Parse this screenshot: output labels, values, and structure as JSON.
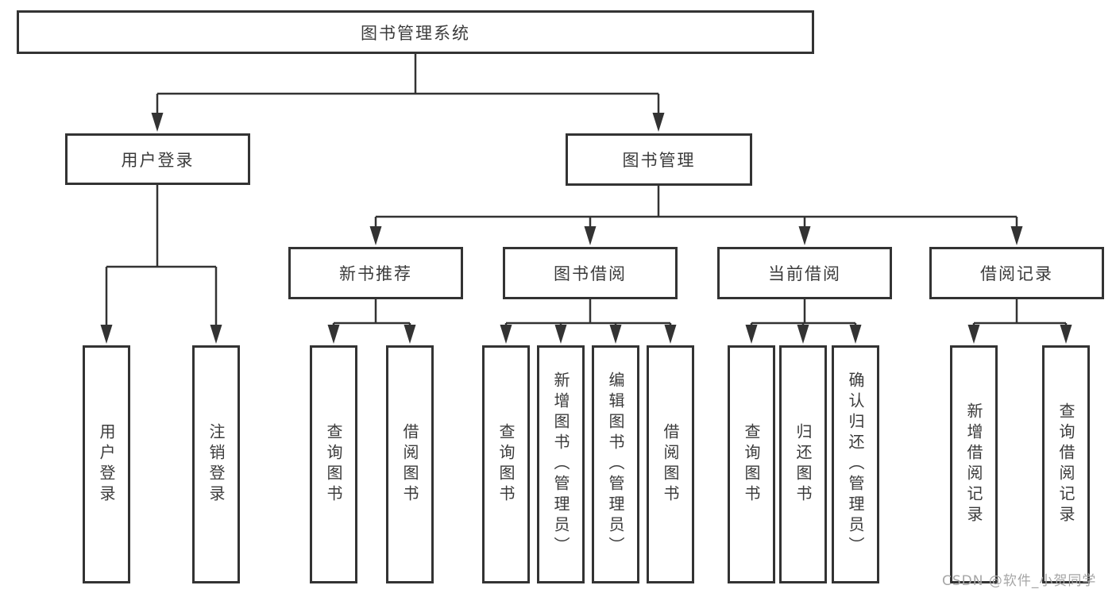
{
  "diagram": {
    "root": {
      "label": "图书管理系统"
    },
    "branches": [
      {
        "label": "用户登录",
        "children": [
          {
            "label": "用户登录"
          },
          {
            "label": "注销登录"
          }
        ]
      },
      {
        "label": "图书管理",
        "children": [
          {
            "label": "新书推荐",
            "children": [
              {
                "label": "查询图书"
              },
              {
                "label": "借阅图书"
              }
            ]
          },
          {
            "label": "图书借阅",
            "children": [
              {
                "label": "查询图书"
              },
              {
                "label": "新增图书（管理员）"
              },
              {
                "label": "编辑图书（管理员）"
              },
              {
                "label": "借阅图书"
              }
            ]
          },
          {
            "label": "当前借阅",
            "children": [
              {
                "label": "查询图书"
              },
              {
                "label": "归还图书"
              },
              {
                "label": "确认归还（管理员）"
              }
            ]
          },
          {
            "label": "借阅记录",
            "children": [
              {
                "label": "新增借阅记录"
              },
              {
                "label": "查询借阅记录"
              }
            ]
          }
        ]
      }
    ],
    "watermark": "CSDN @软件_小贺同学",
    "colors": {
      "border": "#333333",
      "line": "#333333",
      "text": "#3b3b3b",
      "watermark": "#a6a6a6",
      "background": "#ffffff"
    }
  }
}
